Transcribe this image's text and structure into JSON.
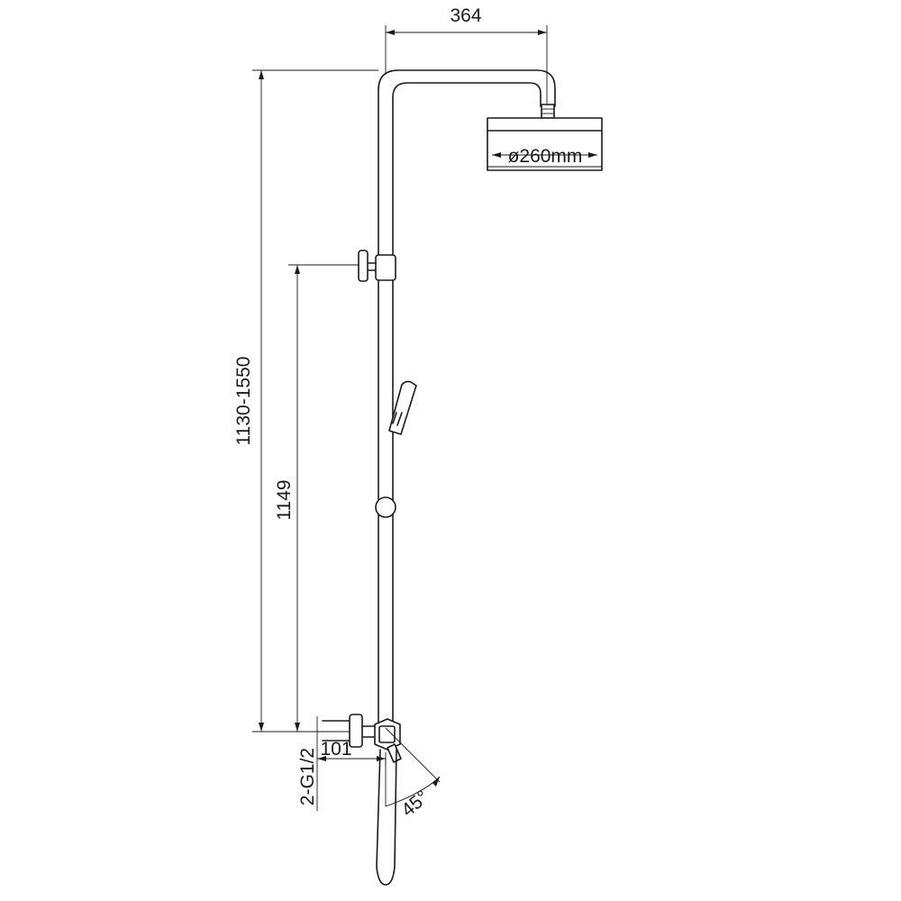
{
  "dimensions": {
    "arm_reach": "364",
    "head_diameter": "ø260mm",
    "total_height": "1130-1550",
    "bracket_height": "1149",
    "inlet_offset": "101",
    "inlet_thread": "2-G1/2",
    "spout_angle": "45°"
  }
}
